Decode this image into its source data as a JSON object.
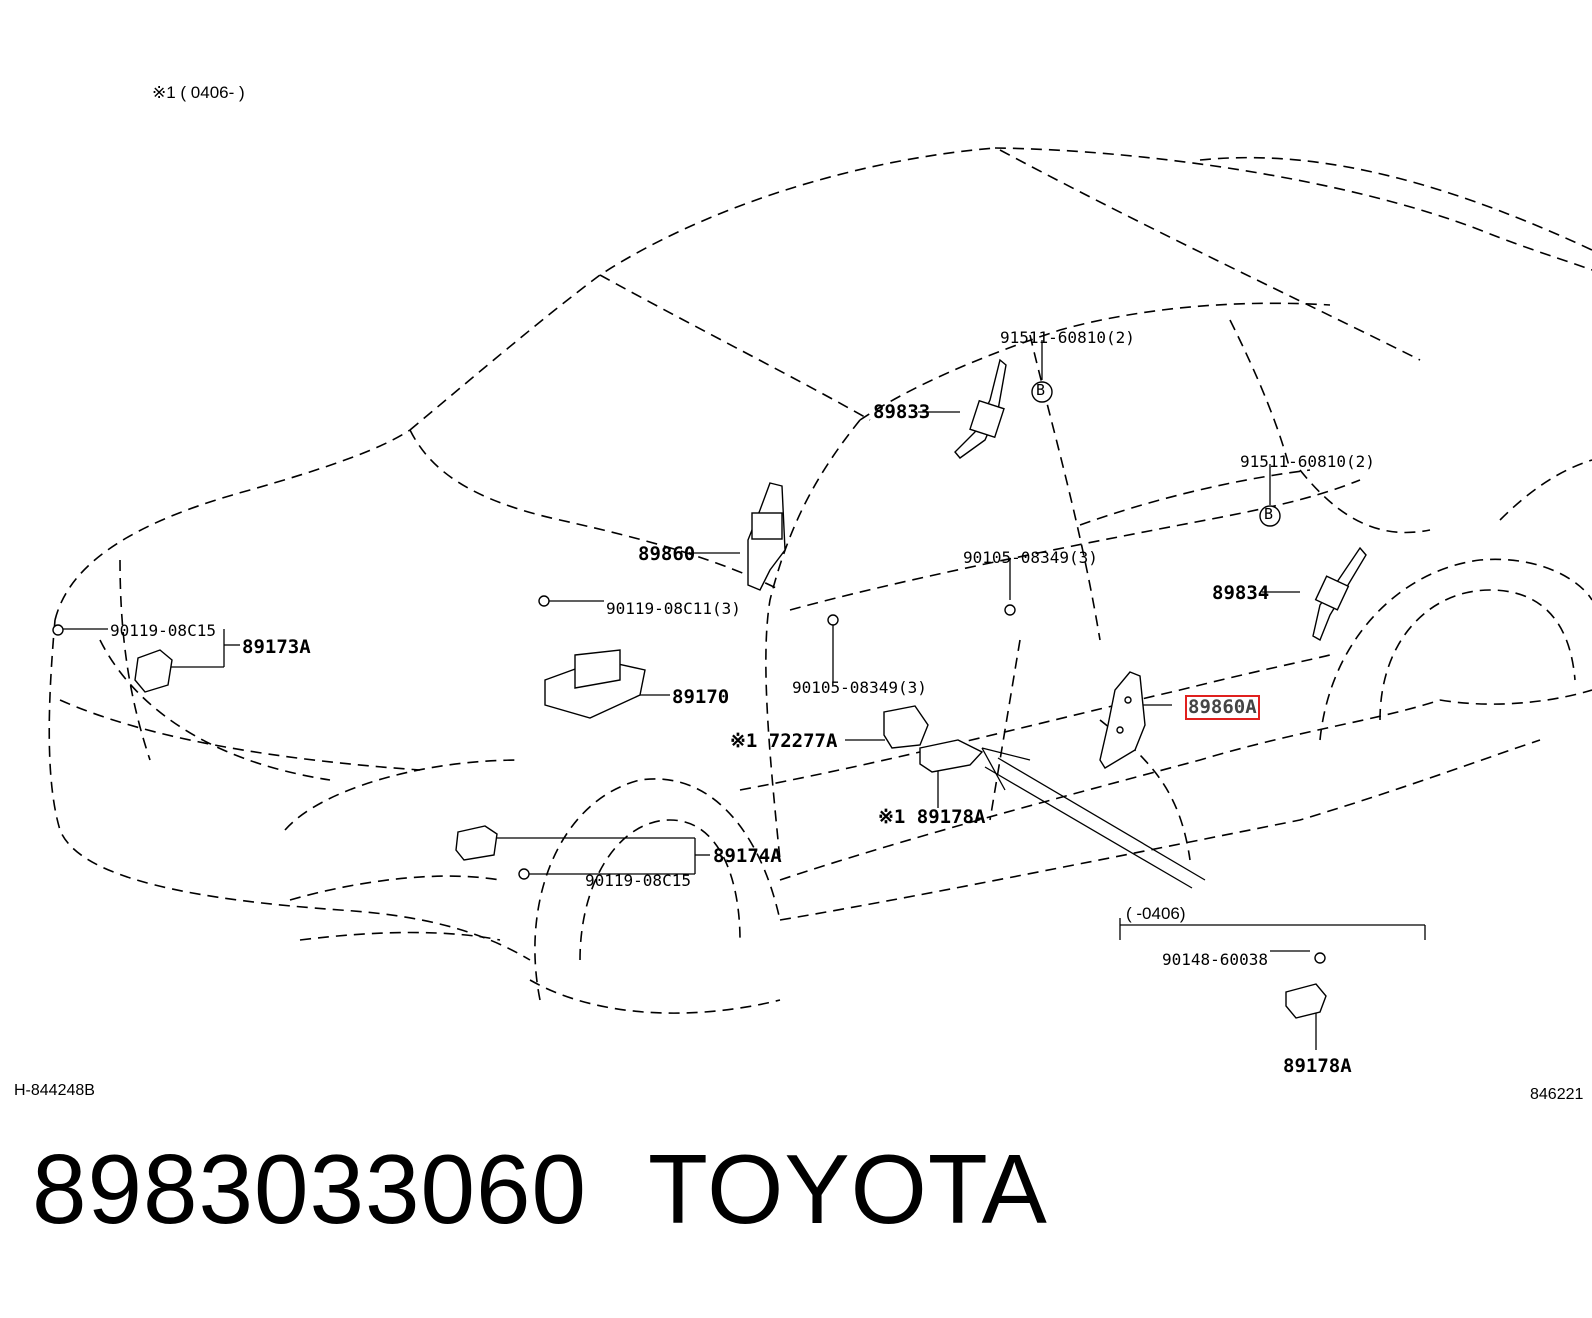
{
  "header_note": "※1 ( 0406-        )",
  "variant_note": "(         -0406)",
  "catalog_left": "H-844248B",
  "catalog_right": "846221",
  "part_number": "8983033060",
  "brand": "TOYOTA",
  "highlight_color": "#e0201e",
  "callouts": {
    "c89833": "89833",
    "c89834": "89834",
    "c89860": "89860",
    "c89860A": "89860A",
    "c89170": "89170",
    "c89173A": "89173A",
    "c89174A": "89174A",
    "c72277A": "※1 72277A",
    "c89178A_a": "※1 89178A",
    "c89178A_b": "89178A",
    "b91511_top": "91511-60810(2)",
    "b91511_right": "91511-60810(2)",
    "b90105_left": "90105-08349(3)",
    "b90105_right": "90105-08349(3)",
    "b90119_c11": "90119-08C11(3)",
    "b90119_c15_a": "90119-08C15",
    "b90119_c15_b": "90119-08C15",
    "b90148": "90148-60038",
    "circle_b": "B"
  }
}
